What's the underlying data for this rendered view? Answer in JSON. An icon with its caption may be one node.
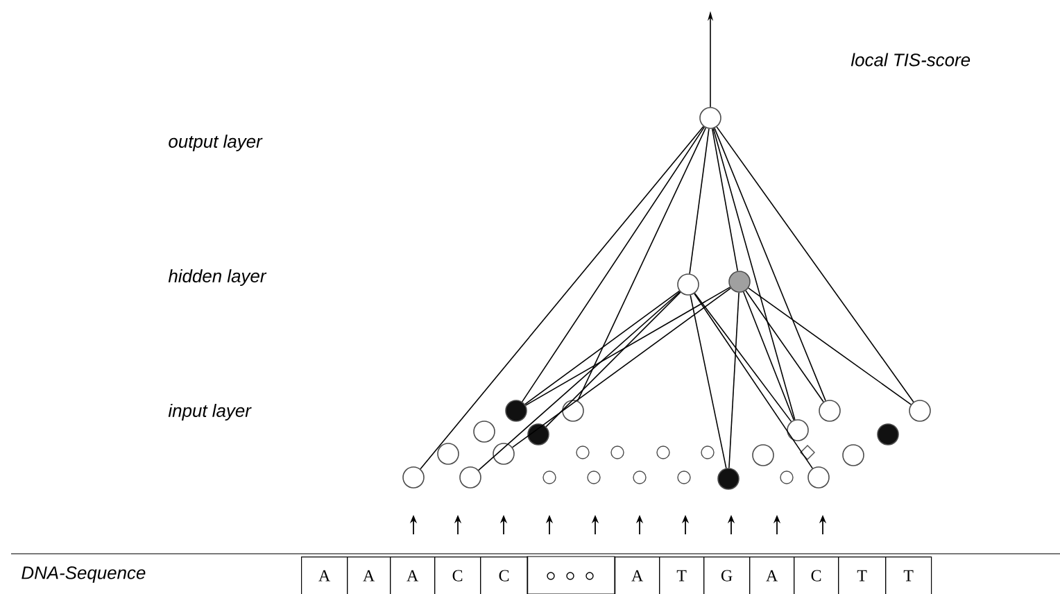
{
  "diagram": {
    "nodes": [
      {
        "text": [],
        "shape": "circle"
      },
      {
        "text": [],
        "shape": "circle"
      },
      {
        "text": [],
        "shape": "circle"
      },
      {
        "text": [],
        "shape": "circle"
      },
      {
        "text": [],
        "shape": "circle"
      },
      {
        "text": [],
        "shape": "circle"
      },
      {
        "text": [],
        "shape": "circle"
      },
      {
        "text": [],
        "shape": "circle"
      },
      {
        "text": [],
        "shape": "circle"
      },
      {
        "text": [],
        "shape": "circle"
      },
      {
        "text": [],
        "shape": "circle"
      },
      {
        "text": [],
        "shape": "circle"
      },
      {
        "text": [],
        "shape": "circle"
      },
      {
        "text": [],
        "shape": "circle"
      },
      {
        "text": [],
        "shape": "circle"
      },
      {
        "text": [],
        "shape": "circle"
      },
      {
        "text": [],
        "shape": "circle"
      },
      {
        "text": [],
        "shape": "circle"
      },
      {
        "text": [],
        "shape": "circle"
      }
    ],
    "edges": [
      {
        "from": 0,
        "to": null,
        "arrow": "to"
      },
      {
        "from": 0,
        "to": 15,
        "arrow": "none"
      },
      {
        "from": 0,
        "to": 3,
        "arrow": "none"
      },
      {
        "from": 0,
        "to": 4,
        "arrow": "none"
      },
      {
        "from": 0,
        "to": 1,
        "arrow": "none"
      },
      {
        "from": 0,
        "to": 2,
        "arrow": "none"
      },
      {
        "from": 0,
        "to": 9,
        "arrow": "none"
      },
      {
        "from": 0,
        "to": 5,
        "arrow": "none"
      },
      {
        "from": 0,
        "to": 6,
        "arrow": "none"
      },
      {
        "from": 1,
        "to": 16,
        "arrow": "none"
      },
      {
        "from": 1,
        "to": 3,
        "arrow": "none"
      },
      {
        "from": 1,
        "to": 8,
        "arrow": "none"
      },
      {
        "from": 1,
        "to": 17,
        "arrow": "none"
      },
      {
        "from": 1,
        "to": 18,
        "arrow": "none"
      },
      {
        "from": 2,
        "to": 3,
        "arrow": "none"
      },
      {
        "from": 2,
        "to": 12,
        "arrow": "none"
      },
      {
        "from": 2,
        "to": 17,
        "arrow": "none"
      },
      {
        "from": 2,
        "to": 9,
        "arrow": "none"
      },
      {
        "from": 2,
        "to": 5,
        "arrow": "none"
      },
      {
        "from": 2,
        "to": 6,
        "arrow": "none"
      },
      {
        "from": 1,
        "to": 9,
        "arrow": "none"
      }
    ],
    "labels": [
      "local TIS-score",
      "output layer",
      "hidden layer",
      "input layer",
      "DNA-Sequence",
      "A",
      "A",
      "A",
      "C",
      "C",
      "A",
      "T",
      "G",
      "A",
      "C",
      "T",
      "T"
    ]
  }
}
